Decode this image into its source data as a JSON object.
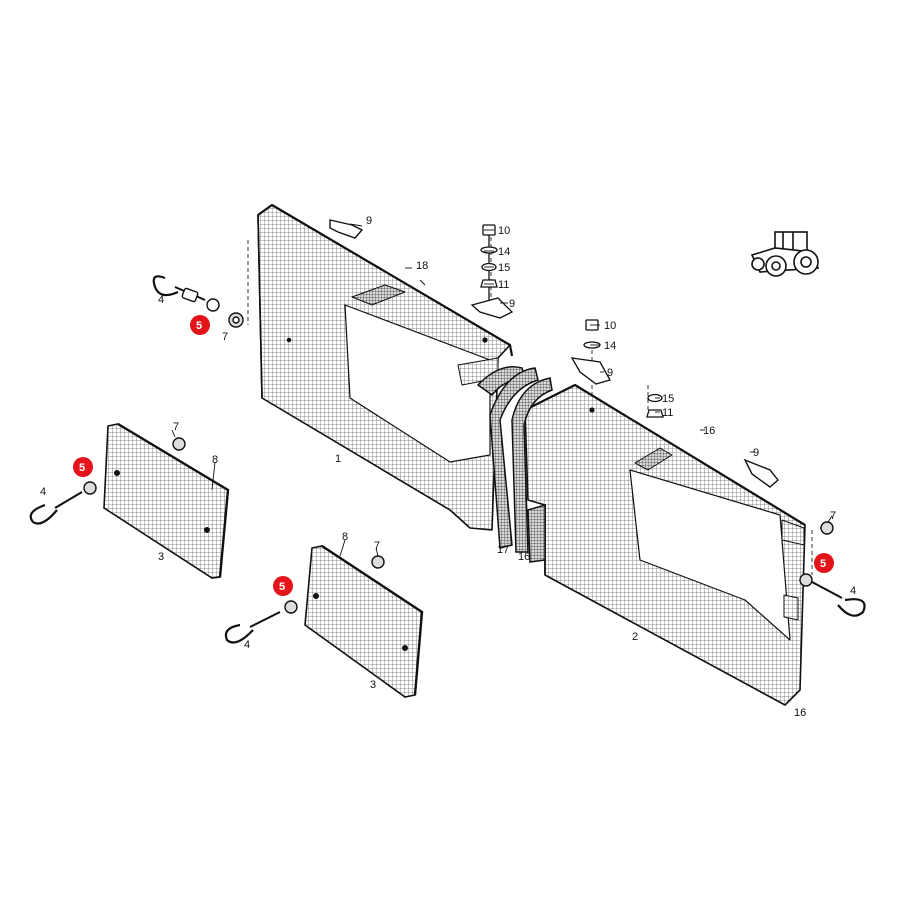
{
  "highlight_color": "#e3151a",
  "icon": "tractor-icon",
  "callouts": {
    "c1": "1",
    "c2": "2",
    "c3a": "3",
    "c3b": "3",
    "c4a": "4",
    "c4b": "4",
    "c4c": "4",
    "c4d": "4",
    "c5a": "5",
    "c5b": "5",
    "c5c": "5",
    "c5d": "5",
    "c7a": "7",
    "c7b": "7",
    "c7c": "7",
    "c7d": "7",
    "c8a": "8",
    "c8b": "8",
    "c9a": "9",
    "c9b": "9",
    "c9c": "9",
    "c9d": "9",
    "c10a": "10",
    "c10b": "10",
    "c11a": "11",
    "c11b": "11",
    "c14a": "14",
    "c14b": "14",
    "c15a": "15",
    "c15b": "15",
    "c16a": "16",
    "c16b": "16",
    "c16c": "16",
    "c17": "17",
    "c18": "18"
  }
}
